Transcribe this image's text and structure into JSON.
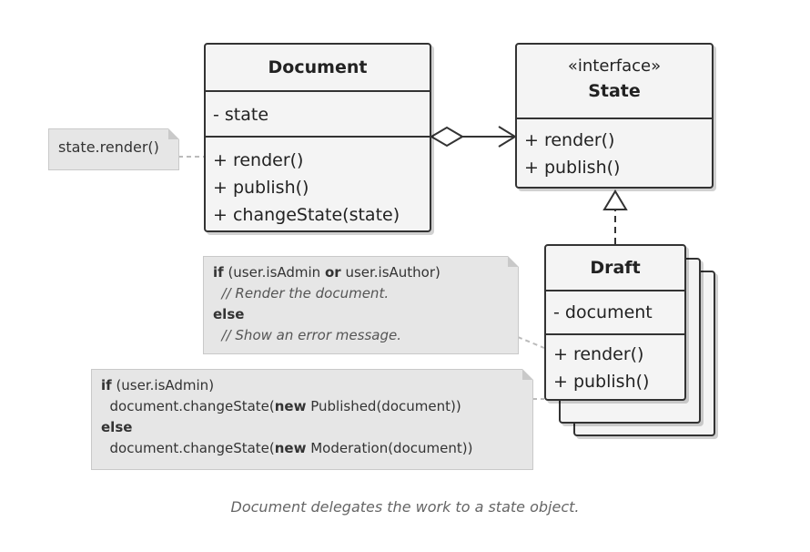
{
  "document_class": {
    "name": "Document",
    "fields": [
      "- state"
    ],
    "methods": [
      "+ render()",
      "+ publish()",
      "+ changeState(state)"
    ]
  },
  "state_interface": {
    "stereotype": "«interface»",
    "name": "State",
    "methods": [
      "+ render()",
      "+ publish()"
    ]
  },
  "draft_class": {
    "name": "Draft",
    "fields": [
      "- document"
    ],
    "methods": [
      "+ render()",
      "+ publish()"
    ]
  },
  "notes": {
    "document_render": "state.render()",
    "draft_render": {
      "l1_kw": "if",
      "l1_a": " (user.isAdmin ",
      "l1_kw2": "or",
      "l1_b": " user.isAuthor)",
      "l2": "  // Render the document.",
      "l3_kw": "else",
      "l4": "  // Show an error message."
    },
    "draft_publish": {
      "l1_kw": "if",
      "l1_a": " (user.isAdmin)",
      "l2_a": "  document.changeState(",
      "l2_kw": "new",
      "l2_b": " Published(document))",
      "l3_kw": "else",
      "l4_a": "  document.changeState(",
      "l4_kw": "new",
      "l4_b": " Moderation(document))"
    }
  },
  "caption": "Document delegates the work to a state object."
}
